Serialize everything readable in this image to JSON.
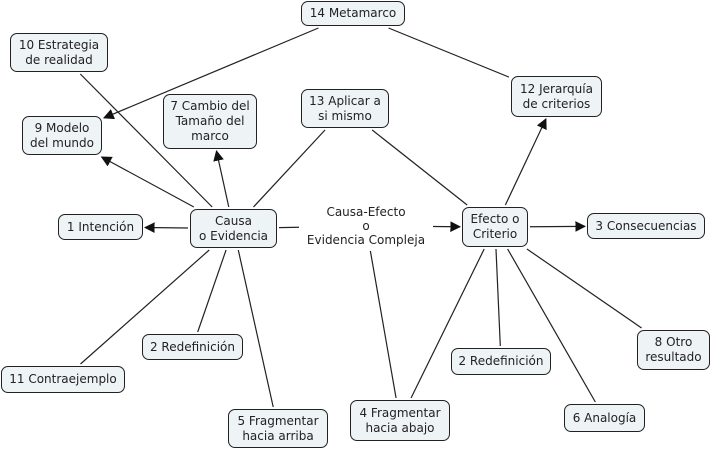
{
  "diagram": {
    "type": "concept-map",
    "colors": {
      "node_fill": "#eef3f6",
      "node_border": "#222222",
      "line": "#222222",
      "text": "#222222"
    },
    "center_label": "Causa-Efecto\no\nEvidencia Compleja",
    "nodes": [
      {
        "id": "metamarco",
        "text": "14 Metamarco"
      },
      {
        "id": "estrategia",
        "text": "10 Estrategia\nde realidad"
      },
      {
        "id": "jerarquia",
        "text": "12 Jerarquía\nde criterios"
      },
      {
        "id": "cambio",
        "text": "7 Cambio del\nTamaño del\nmarco"
      },
      {
        "id": "aplicar",
        "text": "13 Aplicar a\nsi mismo"
      },
      {
        "id": "modelo",
        "text": "9 Modelo\ndel mundo"
      },
      {
        "id": "intencion",
        "text": "1 Intención"
      },
      {
        "id": "causa",
        "text": "Causa\no Evidencia"
      },
      {
        "id": "efecto",
        "text": "Efecto o\nCriterio"
      },
      {
        "id": "consecuencias",
        "text": "3 Consecuencias"
      },
      {
        "id": "redef1",
        "text": "2 Redefinición"
      },
      {
        "id": "otro",
        "text": "8 Otro\nresultado"
      },
      {
        "id": "contra",
        "text": "11 Contraejemplo"
      },
      {
        "id": "redef2",
        "text": "2 Redefinición"
      },
      {
        "id": "fragarriba",
        "text": "5 Fragmentar\nhacia arriba"
      },
      {
        "id": "fragabajo",
        "text": "4 Fragmentar\nhacia abajo"
      },
      {
        "id": "analogia",
        "text": "6 Analogía"
      }
    ],
    "edges": [
      {
        "from": "metamarco",
        "to": "modelo",
        "arrow": true
      },
      {
        "from": "metamarco",
        "to": "jerarquia",
        "arrow": false
      },
      {
        "from": "estrategia",
        "to": "causa",
        "arrow": false
      },
      {
        "from": "causa",
        "to": "modelo",
        "arrow": true
      },
      {
        "from": "causa",
        "to": "cambio",
        "arrow": true
      },
      {
        "from": "causa",
        "to": "aplicar",
        "arrow": false
      },
      {
        "from": "aplicar",
        "to": "efecto",
        "arrow": false
      },
      {
        "from": "causa",
        "to": "intencion",
        "arrow": true
      },
      {
        "from": "causa",
        "to": "center",
        "arrow": false
      },
      {
        "from": "center",
        "to": "efecto",
        "arrow": true
      },
      {
        "from": "efecto",
        "to": "jerarquia",
        "arrow": true
      },
      {
        "from": "efecto",
        "to": "consecuencias",
        "arrow": true
      },
      {
        "from": "causa",
        "to": "contra",
        "arrow": false
      },
      {
        "from": "causa",
        "to": "redef1",
        "arrow": false
      },
      {
        "from": "causa",
        "to": "fragarriba",
        "arrow": false
      },
      {
        "from": "center",
        "to": "fragabajo",
        "arrow": false
      },
      {
        "from": "efecto",
        "to": "fragabajo",
        "arrow": false
      },
      {
        "from": "efecto",
        "to": "redef2",
        "arrow": false
      },
      {
        "from": "efecto",
        "to": "analogia",
        "arrow": false
      },
      {
        "from": "efecto",
        "to": "otro",
        "arrow": false
      }
    ]
  }
}
